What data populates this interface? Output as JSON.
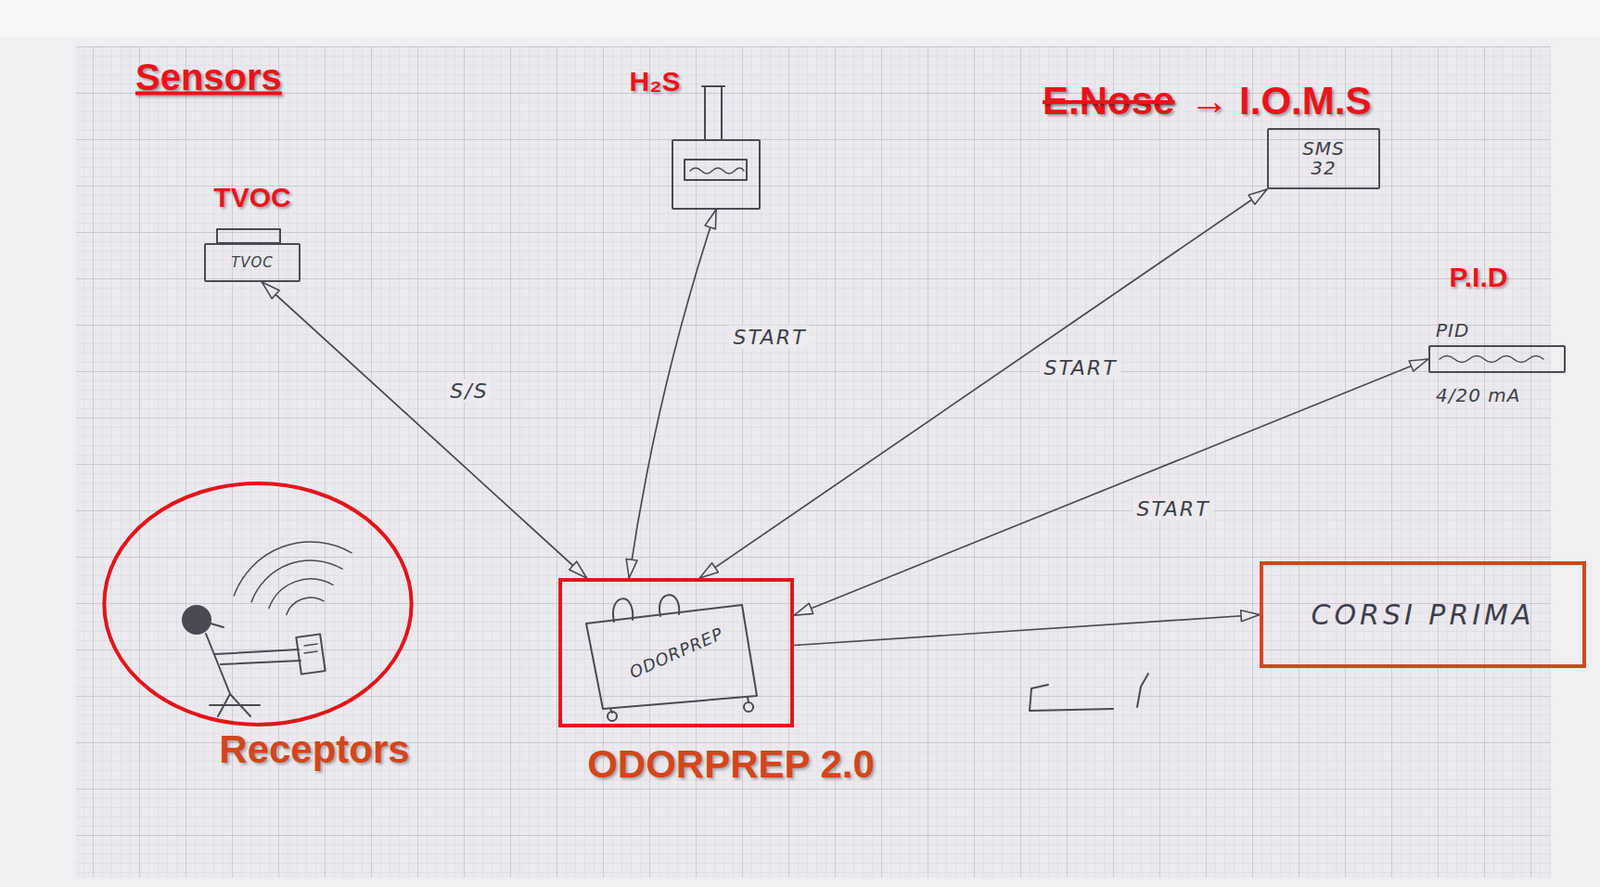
{
  "diagram": {
    "title": "Sensors",
    "nodes": [
      {
        "text": [
          "H₂S"
        ]
      },
      {
        "text": [
          "E.Nose",
          "→ I.O.M.S",
          "SMS 32"
        ]
      },
      {
        "text": [
          "TVOC",
          "TVOC"
        ]
      },
      {
        "text": [
          "P.I.D",
          "PID",
          "4/20 mA"
        ]
      },
      {
        "text": [
          "Receptors"
        ]
      },
      {
        "text": [
          "ODORPREP",
          "ODORPREP 2.0"
        ]
      },
      {
        "text": [
          "CORSI PRIMA"
        ]
      }
    ],
    "edges": [
      {
        "from": 2,
        "to": 5,
        "label": "S/S",
        "arrow": "both"
      },
      {
        "from": 0,
        "to": 5,
        "label": "START",
        "arrow": "both"
      },
      {
        "from": 1,
        "to": 5,
        "label": "START",
        "arrow": "both"
      },
      {
        "from": 3,
        "to": 5,
        "label": "START",
        "arrow": "both"
      },
      {
        "from": 5,
        "to": 6,
        "arrow": "to"
      }
    ]
  }
}
